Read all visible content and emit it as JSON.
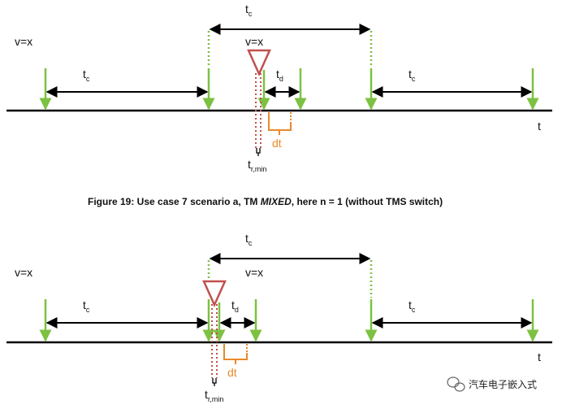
{
  "colors": {
    "axis": "#000000",
    "pulse": "#7dc142",
    "trigger": "#c0504d",
    "dt": "#e88a2a",
    "text": "#111111"
  },
  "diagrams": [
    {
      "v_label_left": "v=x",
      "v_label_trigger": "v=x",
      "tc_top": "t",
      "tc_top_sub": "c",
      "tc_left": "t",
      "tc_left_sub": "c",
      "td": "t",
      "td_sub": "d",
      "tc_right": "t",
      "tc_right_sub": "c",
      "dt": "dt",
      "tr_min": "t",
      "tr_min_sub": "r,min",
      "axis_label": "t"
    },
    {
      "v_label_left": "v=x",
      "v_label_trigger": "v=x",
      "tc_top": "t",
      "tc_top_sub": "c",
      "tc_left": "t",
      "tc_left_sub": "c",
      "td": "t",
      "td_sub": "d",
      "tc_right": "t",
      "tc_right_sub": "c",
      "dt": "dt",
      "tr_min": "t",
      "tr_min_sub": "r,min",
      "axis_label": "t"
    }
  ],
  "caption_prefix": "Figure 19: Use case 7 scenario a, TM ",
  "caption_mode": "MIXED",
  "caption_suffix": ", here n = 1 (without TMS switch)",
  "watermark": {
    "icon": "wechat-icon",
    "text": "汽车电子嵌入式"
  }
}
